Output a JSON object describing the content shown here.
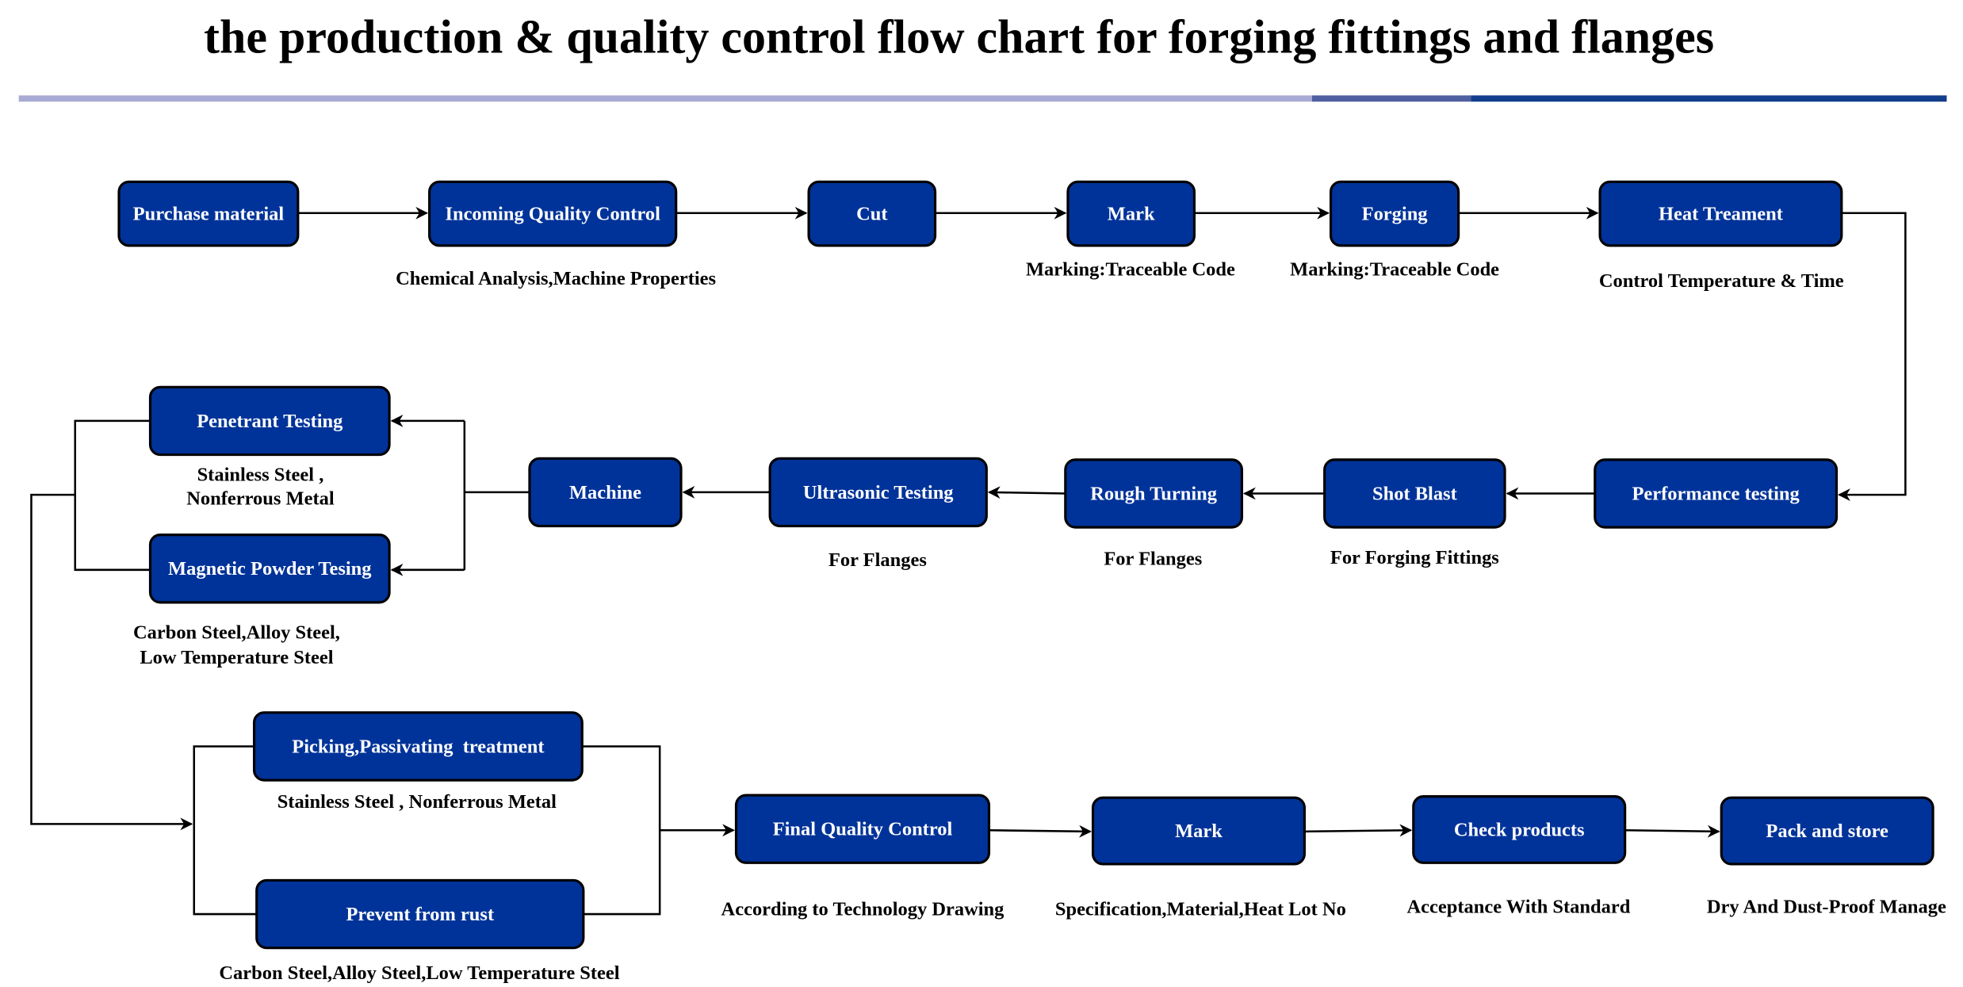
{
  "title": "the production & quality control flow chart for forging fittings and flanges",
  "colors": {
    "box_fill": "#003399",
    "bar_light": "#a9aad3",
    "bar_mid": "#4f5fa0",
    "bar_dark": "#123e8c"
  },
  "row1": {
    "steps": [
      "Purchase material",
      "Incoming Quality Control",
      "Cut",
      "Mark",
      "Forging",
      "Heat Treament"
    ],
    "notes": [
      "Chemical Analysis,Machine Properties",
      "Marking:Traceable Code",
      "Marking:Traceable Code",
      "Control Temperature & Time"
    ]
  },
  "row2": {
    "steps": [
      "Performance testing",
      "Shot Blast",
      "Rough Turning",
      "Ultrasonic Testing",
      "Machine",
      "Penetrant Testing",
      "Magnetic Powder Tesing"
    ],
    "notes": [
      "For Forging Fittings",
      "For Flanges",
      "For Flanges",
      "Stainless Steel ,",
      "Nonferrous Metal",
      "Carbon Steel,Alloy Steel,",
      "Low Temperature Steel"
    ]
  },
  "row3": {
    "steps": [
      "Picking,Passivating  treatment",
      "Prevent from rust",
      "Final Quality Control",
      "Mark",
      "Check products",
      "Pack and store"
    ],
    "notes": [
      "Stainless Steel , Nonferrous Metal",
      "Carbon Steel,Alloy Steel,Low Temperature Steel",
      "According to Technology Drawing",
      "Specification,Material,Heat Lot No",
      "Acceptance With Standard",
      "Dry And Dust-Proof Manage"
    ]
  }
}
